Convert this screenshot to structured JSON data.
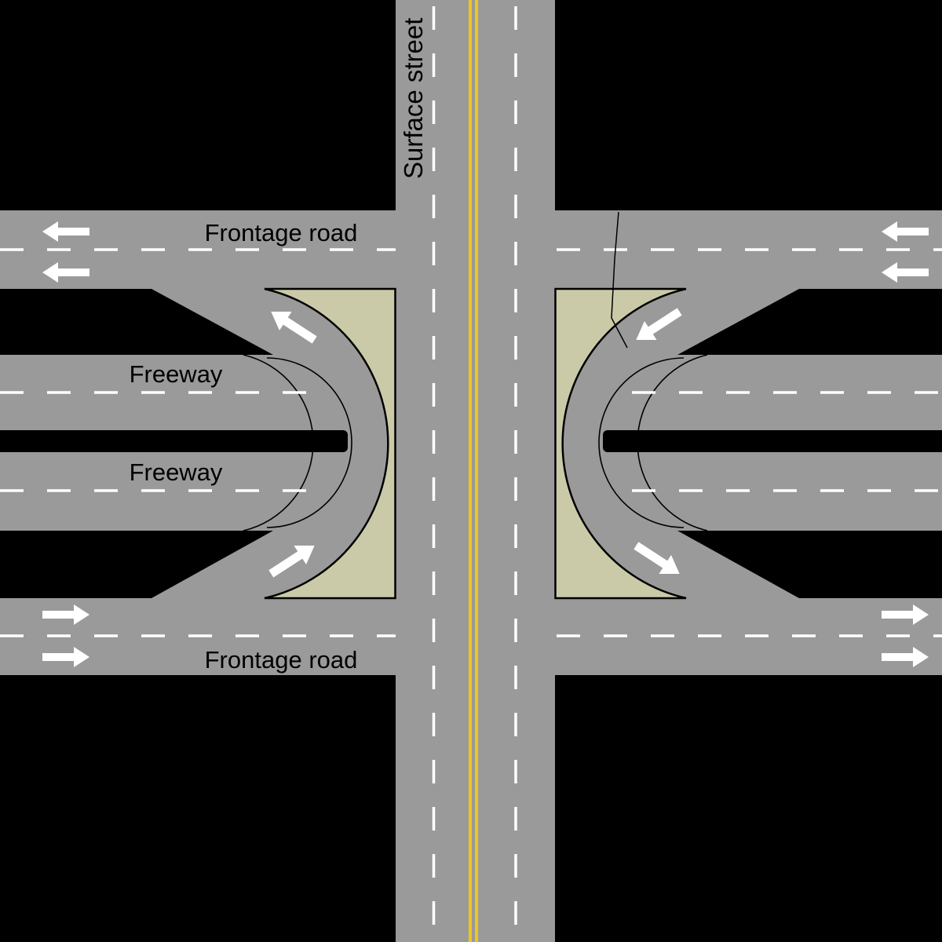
{
  "diagram": {
    "type": "road-schematic",
    "subject": "Freeway with frontage roads and U-turn ramps at a surface street crossing"
  },
  "labels": {
    "surface_street": "Surface street",
    "frontage_road_top": "Frontage road",
    "frontage_road_bottom": "Frontage road",
    "freeway_top": "Freeway",
    "freeway_bottom": "Freeway"
  },
  "colors": {
    "background": "#000000",
    "road": "#9a9a9a",
    "gore": "#cacaa8",
    "outline": "#000000",
    "lane_white": "#ffffff",
    "center_yellow": "#eec61c",
    "label_text": "#000000"
  },
  "arrows": [
    {
      "id": "frontage-top-left-lane1",
      "direction": "west"
    },
    {
      "id": "frontage-top-left-lane2",
      "direction": "west"
    },
    {
      "id": "frontage-top-right-lane1",
      "direction": "west"
    },
    {
      "id": "frontage-top-right-lane2",
      "direction": "west"
    },
    {
      "id": "frontage-bottom-left-lane1",
      "direction": "east"
    },
    {
      "id": "frontage-bottom-left-lane2",
      "direction": "east"
    },
    {
      "id": "frontage-bottom-right-lane1",
      "direction": "east"
    },
    {
      "id": "frontage-bottom-right-lane2",
      "direction": "east"
    },
    {
      "id": "uturn-left-exit",
      "direction": "northwest"
    },
    {
      "id": "uturn-left-entry",
      "direction": "northeast"
    },
    {
      "id": "uturn-right-entry",
      "direction": "southwest"
    },
    {
      "id": "uturn-right-exit",
      "direction": "southeast"
    }
  ]
}
